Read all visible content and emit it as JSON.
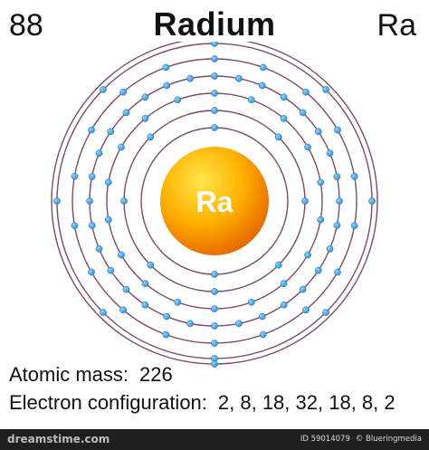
{
  "element": {
    "atomic_number": "88",
    "name": "Radium",
    "symbol": "Ra"
  },
  "nucleus": {
    "label": "Ra"
  },
  "shells": [
    2,
    8,
    18,
    32,
    18,
    8,
    2
  ],
  "colors": {
    "nucleus_light": "#ffe64a",
    "nucleus_mid": "#ffb000",
    "nucleus_dark": "#e66a00",
    "shell_ring": "#7d4a6a",
    "electron": "#2f8fd0",
    "electron_light": "#8fd3ff"
  },
  "info": {
    "mass_label": "Atomic mass:",
    "mass_value": "226",
    "config_label": "Electron configuration:",
    "config_value": "2, 8, 18, 32, 18, 8, 2"
  },
  "footer": {
    "left": "dreamstime.com",
    "id": "ID 59014079",
    "credit": "© Blueringmedia"
  }
}
